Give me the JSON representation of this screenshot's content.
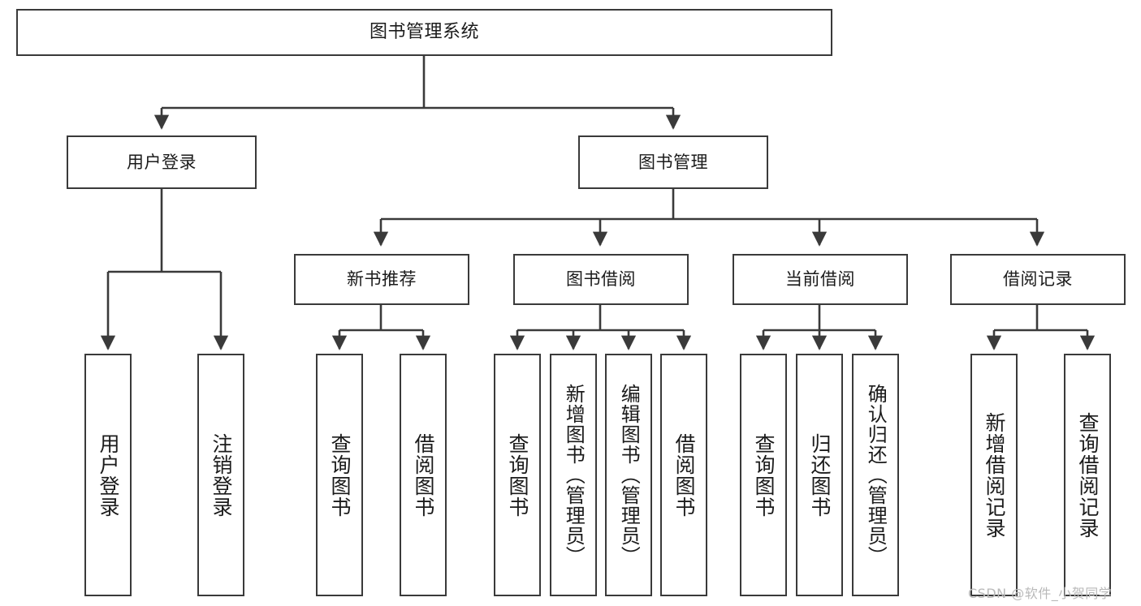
{
  "diagram": {
    "title": "图书管理系统",
    "type": "tree-hierarchy-chart",
    "watermark": "CSDN @软件_小贺同学",
    "colors": {
      "stroke": "#3a3a3a",
      "box_fill": "#ffffff",
      "text": "#1b1b1b",
      "background": "#ffffff",
      "watermark": "#b9b9b9"
    },
    "nodes": {
      "root": {
        "label": "图书管理系统"
      },
      "level2": [
        {
          "id": "user-login",
          "label": "用户登录"
        },
        {
          "id": "book-management",
          "label": "图书管理"
        }
      ],
      "level3": [
        {
          "id": "new-book-recommend",
          "label": "新书推荐"
        },
        {
          "id": "book-borrow",
          "label": "图书借阅"
        },
        {
          "id": "current-borrow",
          "label": "当前借阅"
        },
        {
          "id": "borrow-record",
          "label": "借阅记录"
        }
      ],
      "leaves": {
        "user_login": [
          {
            "id": "leaf-user-login",
            "label": "用户登录"
          },
          {
            "id": "leaf-user-logout",
            "label": "注销登录"
          }
        ],
        "new_book_recommend": [
          {
            "id": "leaf-query-book-1",
            "label": "查询图书"
          },
          {
            "id": "leaf-borrow-book-1",
            "label": "借阅图书"
          }
        ],
        "book_borrow": [
          {
            "id": "leaf-query-book-2",
            "label": "查询图书"
          },
          {
            "id": "leaf-add-book",
            "label": "新增图书（管理员）"
          },
          {
            "id": "leaf-edit-book",
            "label": "编辑图书（管理员）"
          },
          {
            "id": "leaf-borrow-book-2",
            "label": "借阅图书"
          }
        ],
        "current_borrow": [
          {
            "id": "leaf-query-book-3",
            "label": "查询图书"
          },
          {
            "id": "leaf-return-book",
            "label": "归还图书"
          },
          {
            "id": "leaf-confirm-return",
            "label": "确认归还（管理员）"
          }
        ],
        "borrow_record": [
          {
            "id": "leaf-add-record",
            "label": "新增借阅记录"
          },
          {
            "id": "leaf-query-record",
            "label": "查询借阅记录"
          }
        ]
      }
    }
  }
}
